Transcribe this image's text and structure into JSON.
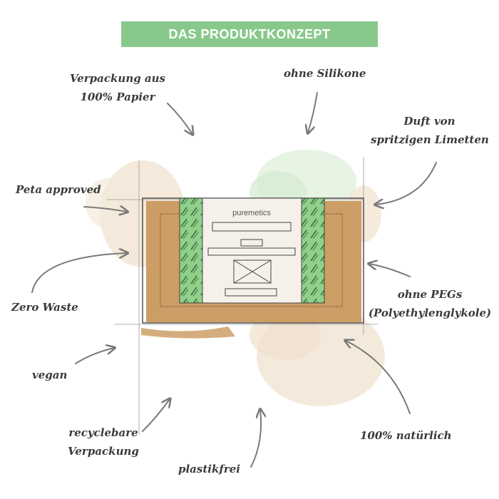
{
  "title": "DAS PRODUKTKONZEPT",
  "product": {
    "brand": "puremetics"
  },
  "labels": {
    "paper_packaging_line1": "Verpackung aus",
    "paper_packaging_line2": "100% Papier",
    "no_silicones": "ohne Silikone",
    "scent_line1": "Duft von",
    "scent_line2": "spritzigen Limetten",
    "peta": "Peta approved",
    "zero_waste": "Zero Waste",
    "no_pegs_line1": "ohne PEGs",
    "no_pegs_line2": "(Polyethylenglykole)",
    "vegan": "vegan",
    "recyclable_line1": "recyclebare",
    "recyclable_line2": "Verpackung",
    "plastic_free": "plastikfrei",
    "natural": "100% natürlich"
  },
  "colors": {
    "title_bg": "#88c98b",
    "title_text": "#ffffff",
    "kraft_brown": "#c9995e",
    "leaf_green": "#8fd08a",
    "mint_wash": "#d7ecd3",
    "arrow": "#7a7a7a",
    "sketch_line": "#444444"
  }
}
